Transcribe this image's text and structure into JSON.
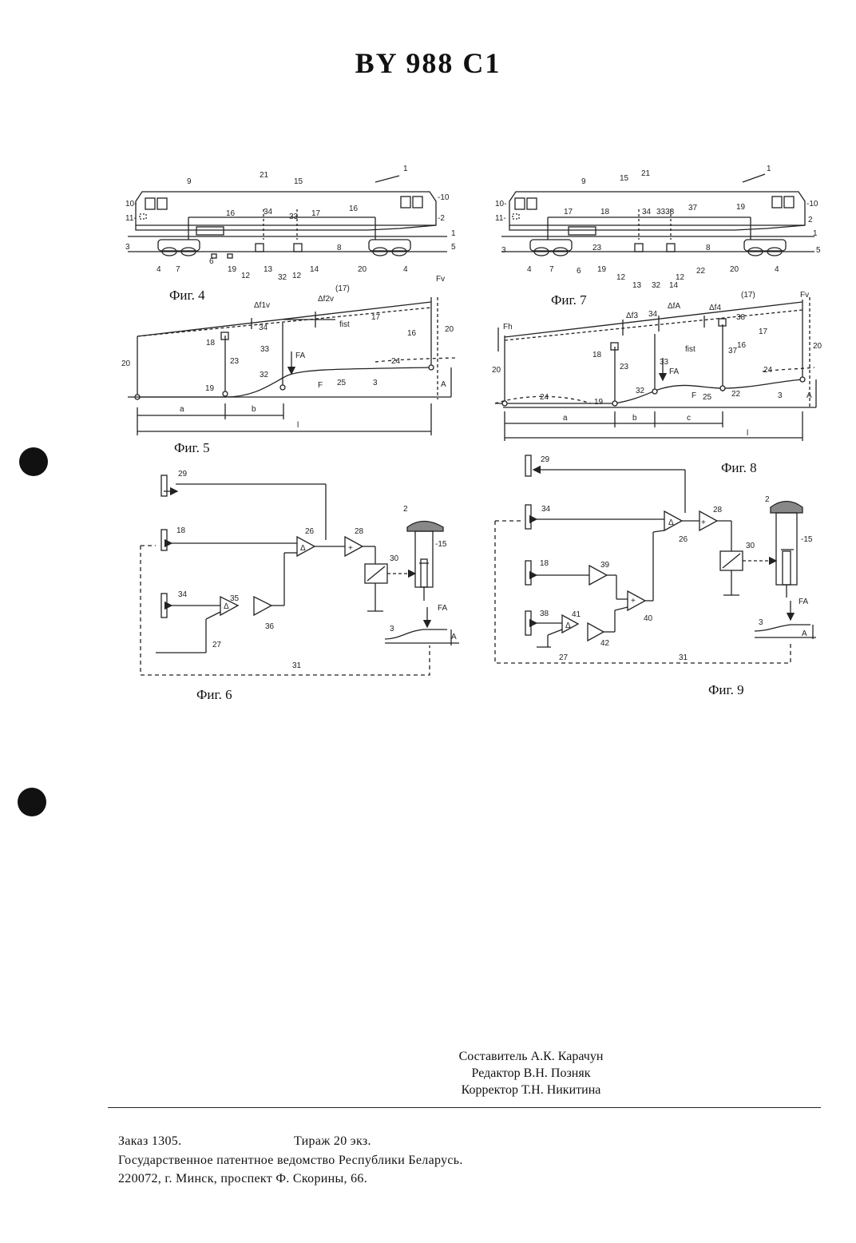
{
  "document": {
    "title": "BY 988 C1"
  },
  "figures": {
    "fig4": {
      "caption": "Фиг. 4"
    },
    "fig5": {
      "caption": "Фиг. 5"
    },
    "fig6": {
      "caption": "Фиг. 6"
    },
    "fig7": {
      "caption": "Фиг. 7"
    },
    "fig8": {
      "caption": "Фиг. 8"
    },
    "fig9": {
      "caption": "Фиг. 9"
    }
  },
  "credits": {
    "compiler": "Составитель А.К. Карачун",
    "editor": "Редактор В.Н. Позняк",
    "proofreader": "Корректор Т.Н. Никитина"
  },
  "footer": {
    "order": "Заказ  1305.",
    "circulation": "Тираж 20 экз.",
    "office": "Государственное патентное ведомство Республики Беларусь.",
    "address": "220072, г. Минск, проспект Ф. Скорины, 66."
  }
}
